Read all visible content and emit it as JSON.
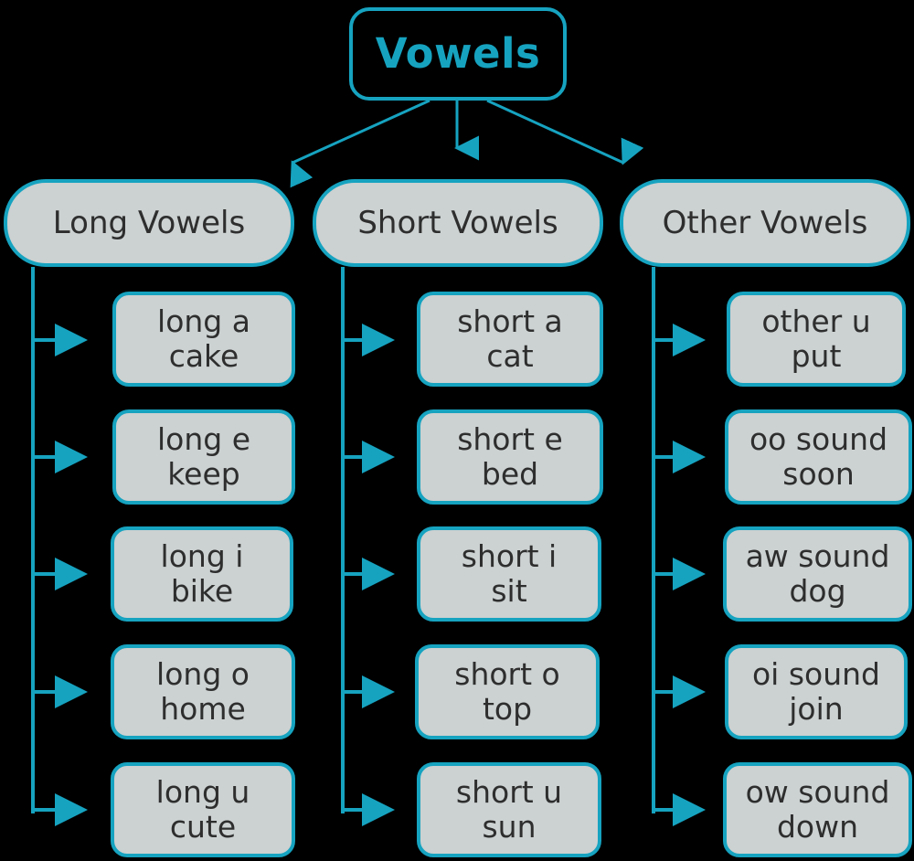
{
  "diagram": {
    "title": "Vowels",
    "type": "hierarchy-tree",
    "colors": {
      "background": "#000000",
      "accent": "#16a3c0",
      "node_fill": "#ccd1d1",
      "node_text": "#2e2e2e",
      "root_text": "#16a3c0"
    },
    "root": {
      "label": "Vowels"
    },
    "branches": [
      {
        "label": "Long Vowels",
        "children": [
          {
            "line1": "long a",
            "line2": "cake"
          },
          {
            "line1": "long e",
            "line2": "keep"
          },
          {
            "line1": "long i",
            "line2": "bike"
          },
          {
            "line1": "long o",
            "line2": "home"
          },
          {
            "line1": "long u",
            "line2": "cute"
          }
        ]
      },
      {
        "label": "Short Vowels",
        "children": [
          {
            "line1": "short a",
            "line2": "cat"
          },
          {
            "line1": "short e",
            "line2": "bed"
          },
          {
            "line1": "short i",
            "line2": "sit"
          },
          {
            "line1": "short o",
            "line2": "top"
          },
          {
            "line1": "short u",
            "line2": "sun"
          }
        ]
      },
      {
        "label": "Other Vowels",
        "children": [
          {
            "line1": "other u",
            "line2": "put"
          },
          {
            "line1": "oo sound",
            "line2": "soon"
          },
          {
            "line1": "aw sound",
            "line2": "dog"
          },
          {
            "line1": "oi sound",
            "line2": "join"
          },
          {
            "line1": "ow sound",
            "line2": "down"
          }
        ]
      }
    ]
  }
}
